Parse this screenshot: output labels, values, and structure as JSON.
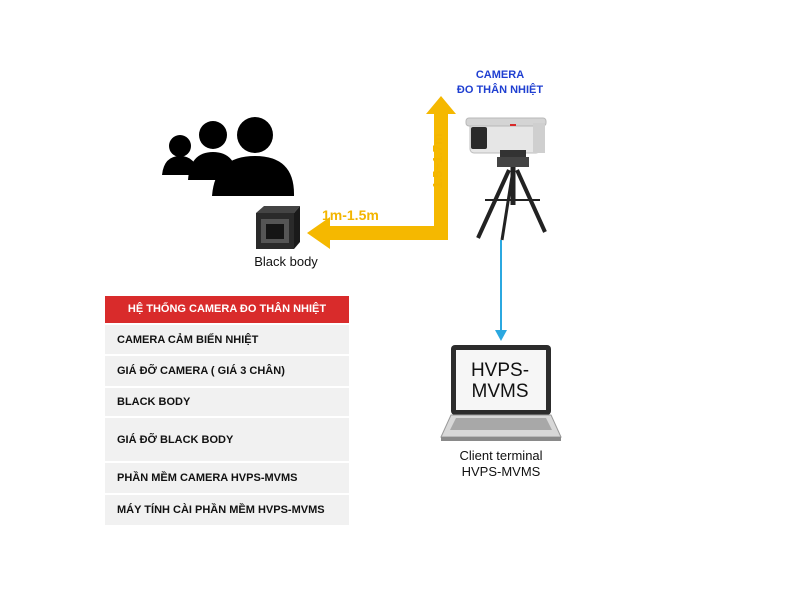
{
  "camera": {
    "title_line1": "CAMERA",
    "title_line2": "ĐO THÂN NHIỆT"
  },
  "distances": {
    "horizontal": "1m-1.5m",
    "vertical": "1.5~1.7m"
  },
  "black_body": {
    "label": "Black body"
  },
  "client": {
    "screen_line1": "HVPS-",
    "screen_line2": "MVMS",
    "label_line1": "Client terminal",
    "label_line2": "HVPS-MVMS"
  },
  "system_table": {
    "header": "HỆ THỐNG CAMERA ĐO THÂN NHIỆT",
    "rows": [
      "CAMERA CẢM BIẾN NHIỆT",
      "GIÁ ĐỠ CAMERA ( GIÁ 3 CHÂN)",
      "BLACK BODY",
      "GIÁ ĐỠ BLACK BODY",
      "PHẦN MỀM CAMERA HVPS-MVMS",
      "MÁY TÍNH CÀI PHẦN MỀM  HVPS-MVMS"
    ]
  },
  "colors": {
    "arrow": "#f5b800",
    "link": "#2ba8e0",
    "header": "#d92b2b",
    "camera_label": "#1f3fd1"
  }
}
